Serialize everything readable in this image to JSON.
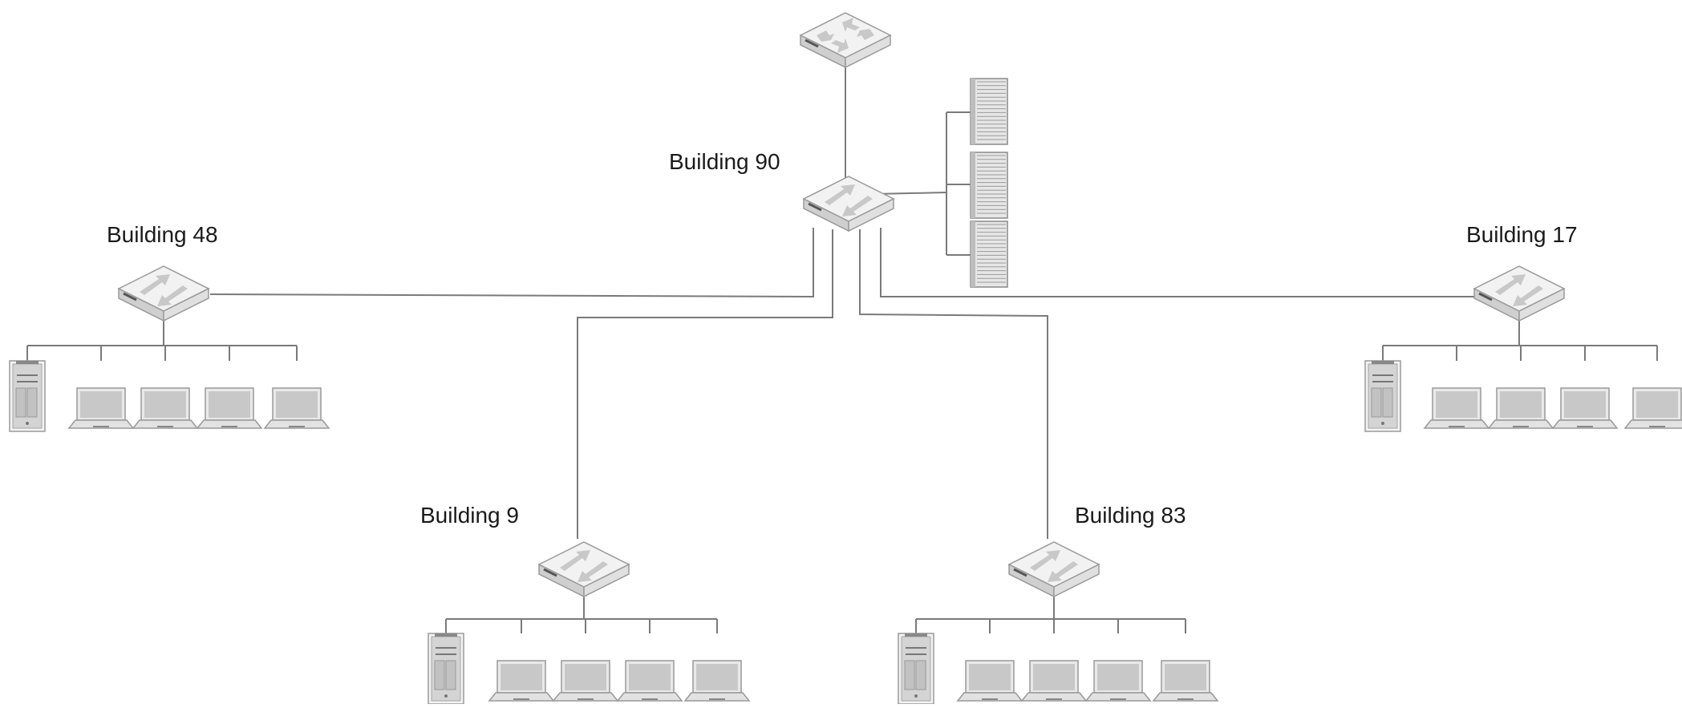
{
  "buildings": {
    "core": "Building 90",
    "west": "Building 48",
    "east": "Building 17",
    "south_left": "Building 9",
    "south_right": "Building 83"
  },
  "icons": {
    "router": "router-icon",
    "switch": "switch-icon",
    "server_rack": "server-rack-icon",
    "desktop": "desktop-tower-icon",
    "laptop": "laptop-icon"
  },
  "colors": {
    "line": "#7a7a7a",
    "device_top": "#f2f2f2",
    "device_side": "#cfcfcf",
    "device_edge": "#9a9a9a",
    "arrow": "#c8c8c8"
  }
}
